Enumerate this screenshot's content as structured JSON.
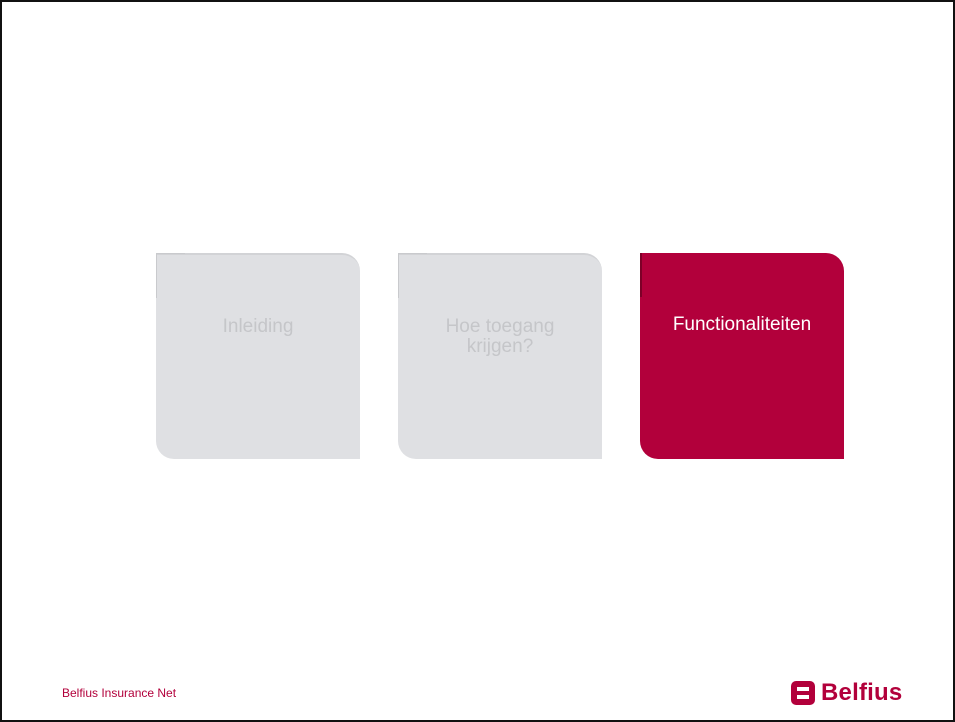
{
  "tiles": [
    {
      "label": "Inleiding",
      "state": "inactive"
    },
    {
      "label": "Hoe toegang krijgen?",
      "state": "inactive"
    },
    {
      "label": "Functionaliteiten",
      "state": "active"
    }
  ],
  "footer": {
    "text": "Belfius Insurance Net",
    "brand_name": "Belfius",
    "brand_icon": "belfius-logo-icon"
  },
  "colors": {
    "brand": "#b2003b",
    "tile_inactive": "#dfe0e3",
    "tile_inactive_text": "#c5c6c9",
    "background": "#ffffff"
  }
}
